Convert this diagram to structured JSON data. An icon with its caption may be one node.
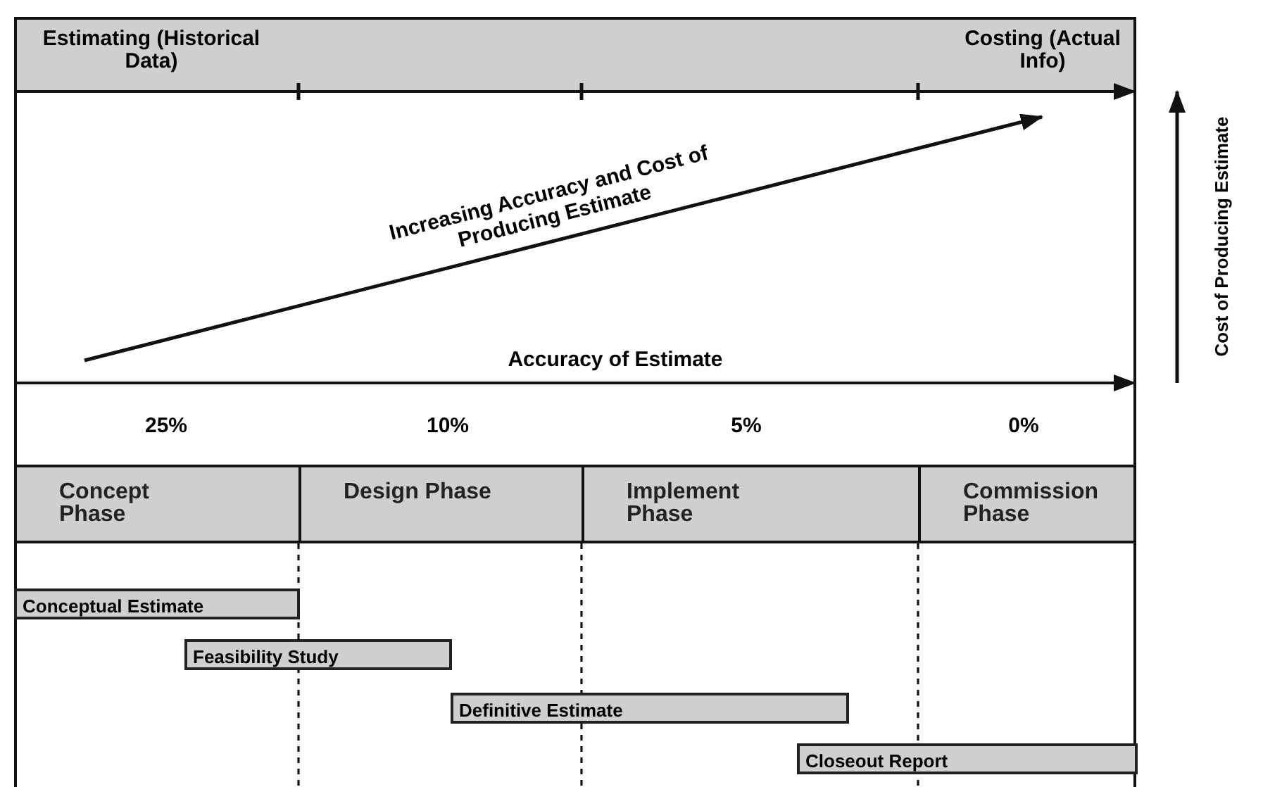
{
  "diagram": {
    "nodes": [
      {
        "text": [
          "Estimating (Historical Data)",
          "Costing (Actual Info)"
        ]
      },
      {
        "text": [
          "Concept Phase"
        ]
      },
      {
        "text": [
          "Design Phase"
        ]
      },
      {
        "text": [
          "Implement Phase"
        ]
      },
      {
        "text": [
          "Commission Phase"
        ]
      },
      {
        "text": [
          "Conceptual Estimate"
        ]
      },
      {
        "text": [
          "Feasibility Study"
        ]
      },
      {
        "text": [
          "Definitive Estimate"
        ]
      },
      {
        "text": [
          "Closeout Report"
        ]
      }
    ],
    "labels": [
      "Increasing Accuracy and Cost of Producing Estimate",
      "Accuracy of Estimate",
      "25%",
      "10%",
      "5%",
      "0%",
      "Cost of Producing Estimate"
    ]
  }
}
